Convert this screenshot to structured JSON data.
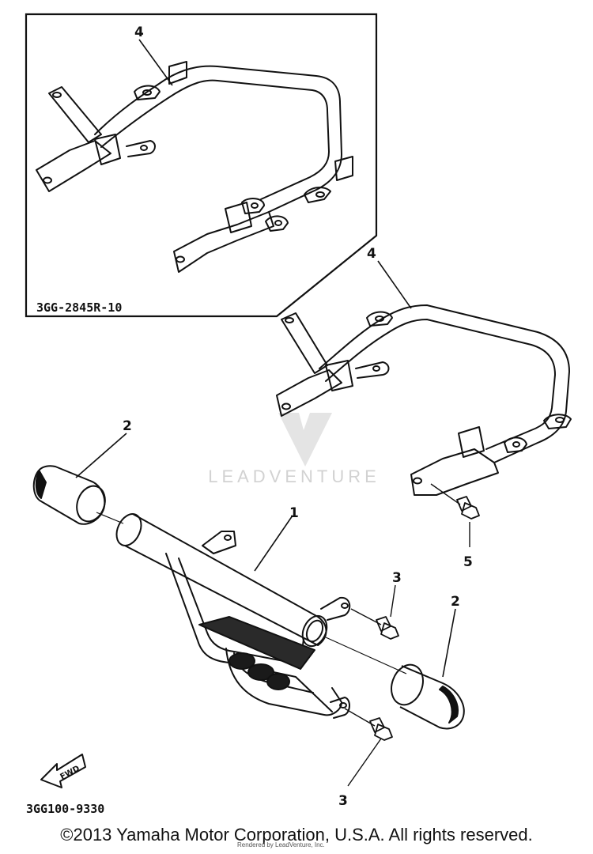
{
  "callouts": {
    "part_1": "1",
    "part_2_left": "2",
    "part_2_right": "2",
    "part_3_upper": "3",
    "part_3_lower": "3",
    "part_4_inset": "4",
    "part_4_main": "4",
    "part_5": "5"
  },
  "inset_code": "3GG-2845R-10",
  "diagram_code": "3GG100-9330",
  "fwd_label": "FWD",
  "watermark": "LEADVENTURE",
  "copyright": "©2013 Yamaha Motor Corporation, U.S.A. All rights reserved.",
  "rendered_by": "Rendered by LeadVenture, Inc."
}
